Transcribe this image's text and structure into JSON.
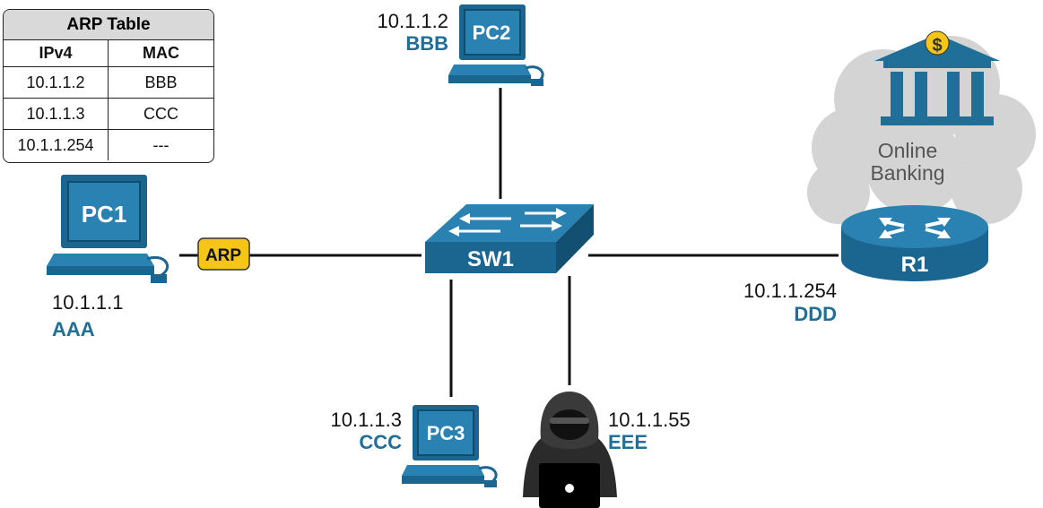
{
  "arp_table": {
    "title": "ARP Table",
    "headers": [
      "IPv4",
      "MAC"
    ],
    "rows": [
      {
        "ip": "10.1.1.2",
        "mac": "BBB"
      },
      {
        "ip": "10.1.1.3",
        "mac": "CCC"
      },
      {
        "ip": "10.1.1.254",
        "mac": "---"
      }
    ]
  },
  "nodes": {
    "pc1": {
      "name": "PC1",
      "ip": "10.1.1.1",
      "mac": "AAA"
    },
    "pc2": {
      "name": "PC2",
      "ip": "10.1.1.2",
      "mac": "BBB"
    },
    "pc3": {
      "name": "PC3",
      "ip": "10.1.1.3",
      "mac": "CCC"
    },
    "sw1": {
      "name": "SW1"
    },
    "r1": {
      "name": "R1",
      "ip": "10.1.1.254",
      "mac": "DDD"
    },
    "attacker": {
      "ip": "10.1.1.55",
      "mac": "EEE"
    }
  },
  "arp_badge": "ARP",
  "cloud": {
    "line1": "Online",
    "line2": "Banking",
    "dollar": "$"
  },
  "colors": {
    "device_blue": "#1f6f99",
    "device_dark": "#0f4d6e",
    "arp_badge": "#f5c518",
    "cloud": "#d4d4d4",
    "link": "#111111"
  },
  "icons": {
    "pc": "computer-icon",
    "switch": "switch-icon",
    "router": "router-icon",
    "bank": "bank-icon",
    "attacker": "hacker-icon",
    "cloud": "cloud-icon"
  }
}
